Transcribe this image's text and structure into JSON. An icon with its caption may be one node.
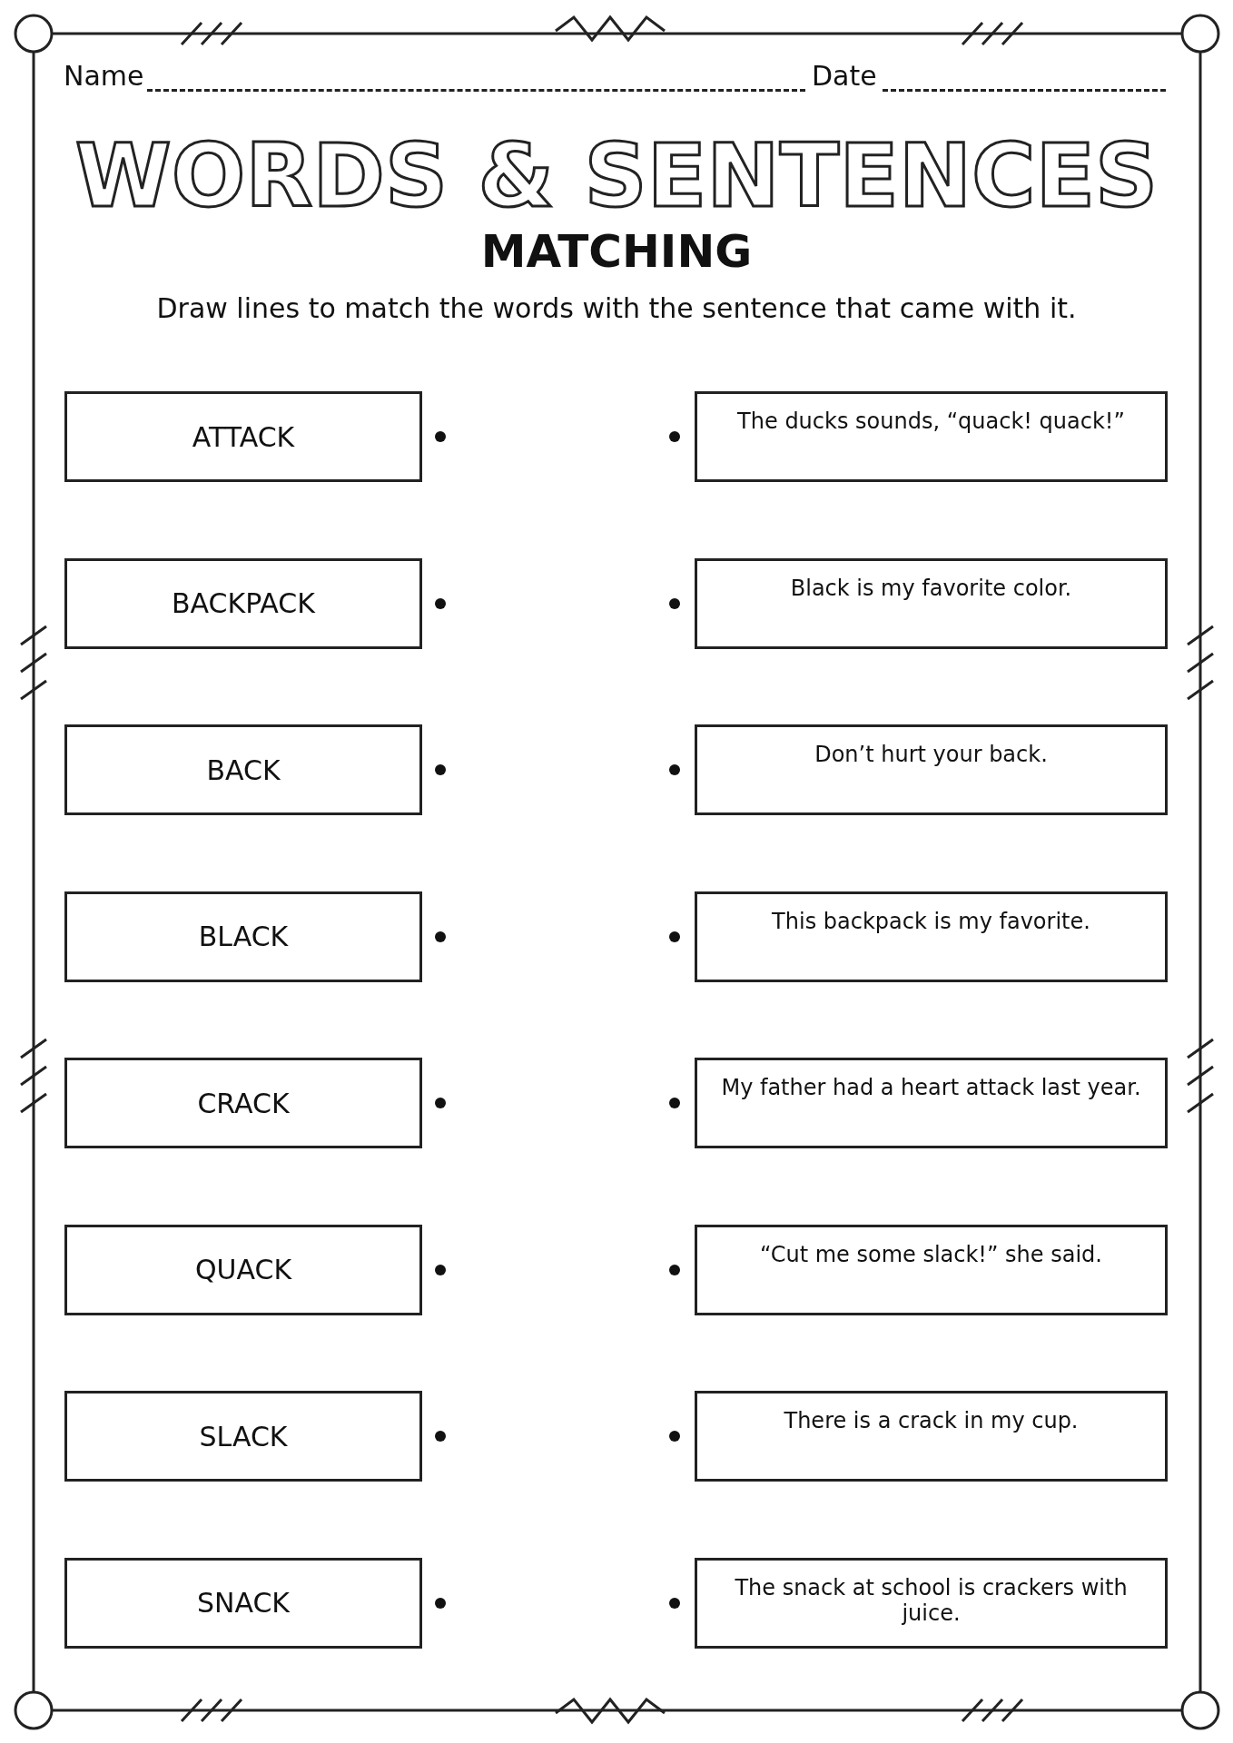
{
  "diagram": {
    "title": "WORDS & SENTENCES",
    "nodes": [
      {
        "text": [
          "ATTACK"
        ]
      },
      {
        "text": [
          "The ducks sounds, “quack! quack!”"
        ]
      },
      {
        "text": [
          "BACKPACK"
        ]
      },
      {
        "text": [
          "Black is my favorite color."
        ]
      },
      {
        "text": [
          "BACK"
        ]
      },
      {
        "text": [
          "Don’t hurt your back."
        ]
      },
      {
        "text": [
          "BLACK"
        ]
      },
      {
        "text": [
          "This backpack is my favorite."
        ]
      },
      {
        "text": [
          "CRACK"
        ]
      },
      {
        "text": [
          "My father had a heart attack last year."
        ]
      },
      {
        "text": [
          "QUACK"
        ]
      },
      {
        "text": [
          "“Cut me some slack!” she said."
        ]
      },
      {
        "text": [
          "SLACK"
        ]
      },
      {
        "text": [
          "There is a crack in my cup."
        ]
      },
      {
        "text": [
          "SNACK"
        ]
      },
      {
        "text": [
          "The snack at school is crackers with juice."
        ]
      }
    ],
    "labels": [
      "Name",
      "Date",
      "MATCHING",
      "Draw lines to match the words with the sentence that came with it."
    ]
  }
}
